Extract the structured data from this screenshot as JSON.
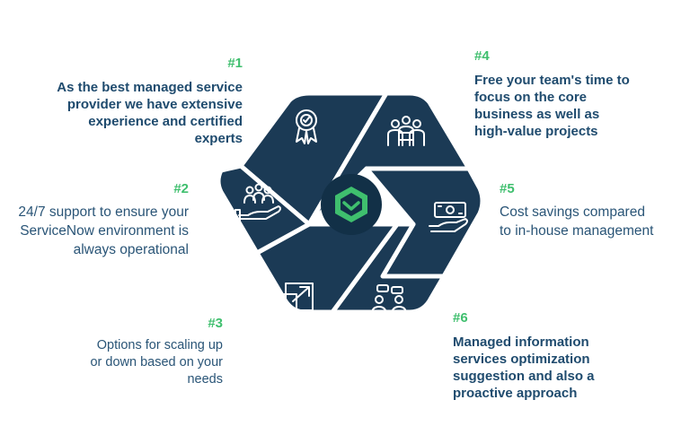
{
  "colors": {
    "petal": "#1b3a55",
    "accent": "#3fbf6e",
    "text": "#2a5577",
    "center": "#123047"
  },
  "center": {
    "icon": "hexagon-chevron-logo-icon"
  },
  "items": [
    {
      "num": "#1",
      "text": "As the best managed service provider we have extensive experience and certified experts",
      "icon": "certificate-ribbon-icon"
    },
    {
      "num": "#2",
      "text": "24/7 support to ensure your ServiceNow environment is always operational",
      "icon": "hand-holding-people-icon"
    },
    {
      "num": "#3",
      "text": "Options for scaling up or down based on your needs",
      "icon": "scale-arrow-icon"
    },
    {
      "num": "#4",
      "text": "Free your team's time to focus on the core business as well as high-value projects",
      "icon": "team-group-icon"
    },
    {
      "num": "#5",
      "text": "Cost savings compared to in-house management",
      "icon": "hand-money-icon"
    },
    {
      "num": "#6",
      "text": "Managed information services optimization suggestion and also a proactive approach",
      "icon": "meeting-people-icon"
    }
  ]
}
